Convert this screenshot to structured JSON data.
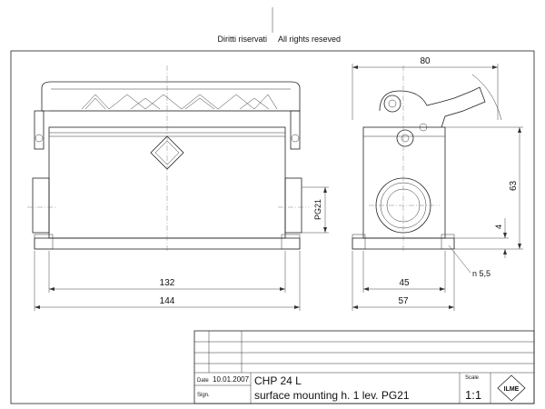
{
  "header": {
    "rights_it": "Diritti riservati",
    "rights_en": "All rights reseved"
  },
  "front_view": {
    "dim_width_inner": "132",
    "dim_width_outer": "144",
    "thread_label": "PG21"
  },
  "side_view": {
    "dim_top": "80",
    "dim_height": "63",
    "dim_small": "4",
    "dim_base": "45",
    "dim_total": "57",
    "hole_callout": "n 5,5"
  },
  "title_block": {
    "date_label": "Date",
    "date_value": "10.01.2007",
    "sign_label": "Sign.",
    "part_code": "CHP 24 L",
    "description": "surface mounting h. 1 lev. PG21",
    "scale_label": "Scale",
    "scale_value": "1:1",
    "logo_text": "ILME"
  }
}
